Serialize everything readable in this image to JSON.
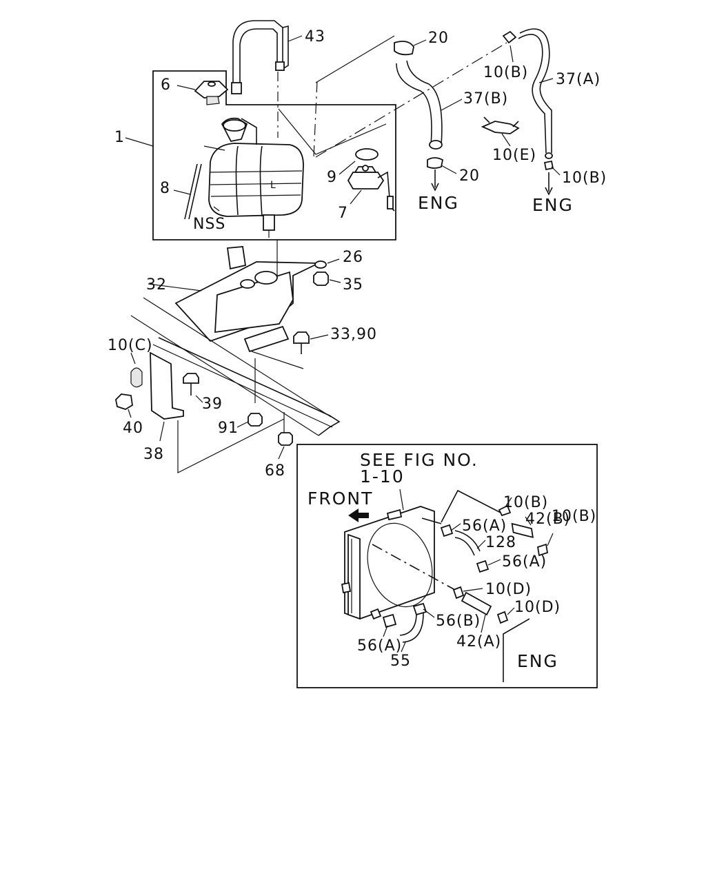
{
  "labels": {
    "l43": "43",
    "l20a": "20",
    "l10b_top": "10(B)",
    "l37a": "37(A)",
    "l6": "6",
    "l37b": "37(B)",
    "l1": "1",
    "l10e": "10(E)",
    "l9": "9",
    "l20b": "20",
    "l10b_right": "10(B)",
    "l8": "8",
    "eng1": "ENG",
    "eng2": "ENG",
    "l7": "7",
    "nss": "NSS",
    "l26": "26",
    "l32": "32",
    "l35": "35",
    "l3390": "33,90",
    "l10c": "10(C)",
    "l39": "39",
    "l40": "40",
    "l91": "91",
    "l38": "38",
    "l68": "68"
  },
  "inset": {
    "see_fig": "SEE FIG NO.",
    "fig_no": "1-10",
    "front": "FRONT",
    "l10b_a": "10(B)",
    "l42b": "42(B)",
    "l10b_b": "10(B)",
    "l56a_1": "56(A)",
    "l128": "128",
    "l56a_2": "56(A)",
    "l10d_1": "10(D)",
    "l10d_2": "10(D)",
    "l56b": "56(B)",
    "l56a_3": "56(A)",
    "l42a": "42(A)",
    "l55": "55",
    "eng": "ENG"
  }
}
